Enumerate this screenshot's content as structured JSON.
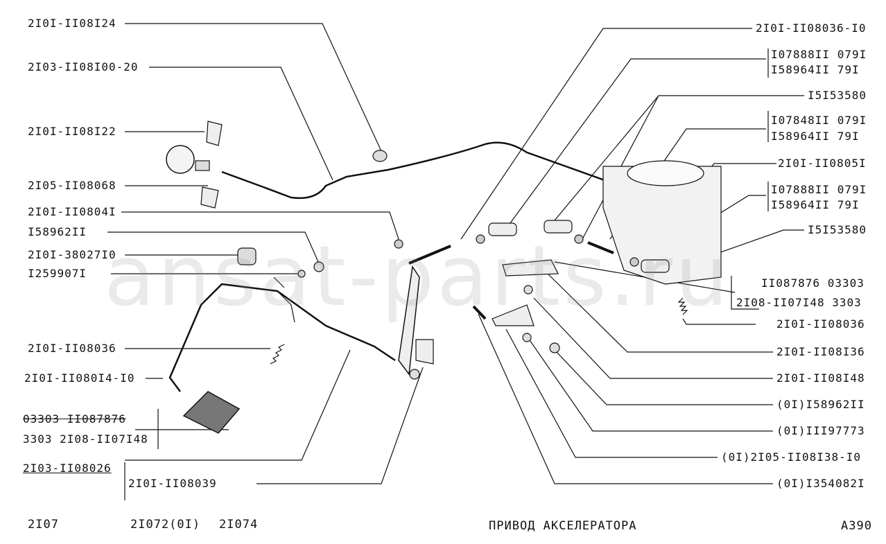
{
  "watermark": "ansat-parts.ru",
  "labels_left": {
    "l1": "2I0I-II08I24",
    "l2": "2I03-II08I00-20",
    "l3": "2I0I-II08I22",
    "l4": "2I05-II08068",
    "l5": "2I0I-II0804I",
    "l6": "I58962II",
    "l7": "2I0I-38027I0",
    "l8": "I259907I",
    "l9": "2I0I-II08036",
    "l10": "2I0I-II080I4-I0",
    "l11a_strike": "03303 II087876",
    "l11b": "3303 2I08-II07I48",
    "l12": "2I03-II08026",
    "l13": "2I0I-II08039"
  },
  "labels_right": {
    "r1": "2I0I-II08036-I0",
    "r2a": "I07888II 079I",
    "r2b": "I58964II  79I",
    "r3": "I5I53580",
    "r4a": "I07848II 079I",
    "r4b": "I58964II  79I",
    "r5": "2I0I-II0805I",
    "r6a": "I07888II 079I",
    "r6b": "I58964II  79I",
    "r7": "I5I53580",
    "r8a": "II087876 03303",
    "r8b": "2I08-II07I48 3303",
    "r9": "2I0I-II08036",
    "r10": "2I0I-II08I36",
    "r11": "2I0I-II08I48",
    "r12": "(0I)I58962II",
    "r13": "(0I)III97773",
    "r14": "(0I)2I05-II08I38-I0",
    "r15": "(0I)I354082I"
  },
  "footer": {
    "model1": "2I07",
    "model2": "2I072(0I)",
    "model3": "2I074",
    "title": "ПРИВОД  АКСЕЛЕРАТОРА",
    "code": "A390"
  }
}
